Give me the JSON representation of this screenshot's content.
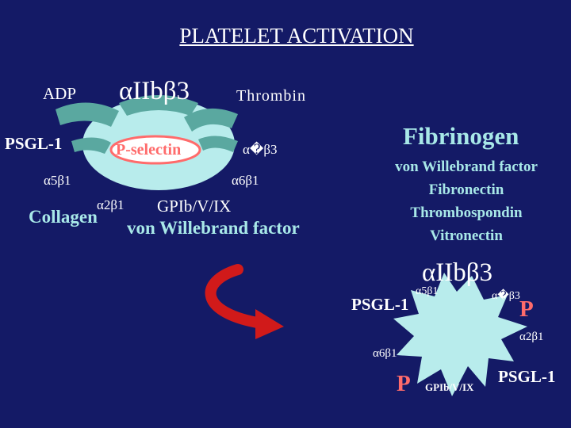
{
  "title": "PLATELET ACTIVATION",
  "resting": {
    "adp": "ADP",
    "aIIbb3": "αIIbβ3",
    "thrombin": "Thrombin",
    "psgl1": "PSGL-1",
    "pselectin": "P-selectin",
    "avb3": "α�β3",
    "a5b1": "α5β1",
    "a6b1": "α6β1",
    "a2b1": "α2β1",
    "gpib": "GPIb/V/IX",
    "collagen": "Collagen",
    "vwf": "von Willebrand factor"
  },
  "ligands": {
    "fibrinogen": "Fibrinogen",
    "list": [
      "von Willebrand factor",
      "Fibronectin",
      "Thrombospondin",
      "Vitronectin"
    ]
  },
  "activated": {
    "aIIbb3": "αIIbβ3",
    "a5b1": "α5β1",
    "avb3": "α�β3",
    "psgl1_left": "PSGL-1",
    "p_right": "P",
    "a2b1": "α2β1",
    "a6b1": "α6β1",
    "p_bottom": "P",
    "gpib": "GPIb/V/IX",
    "psgl1_right": "PSGL-1"
  },
  "colors": {
    "background": "#141a66",
    "platelet": "#a8e8e8",
    "receptor": "#5aa8a0",
    "pselectin": "#ff6b6b",
    "arrow": "#d11a1a"
  }
}
